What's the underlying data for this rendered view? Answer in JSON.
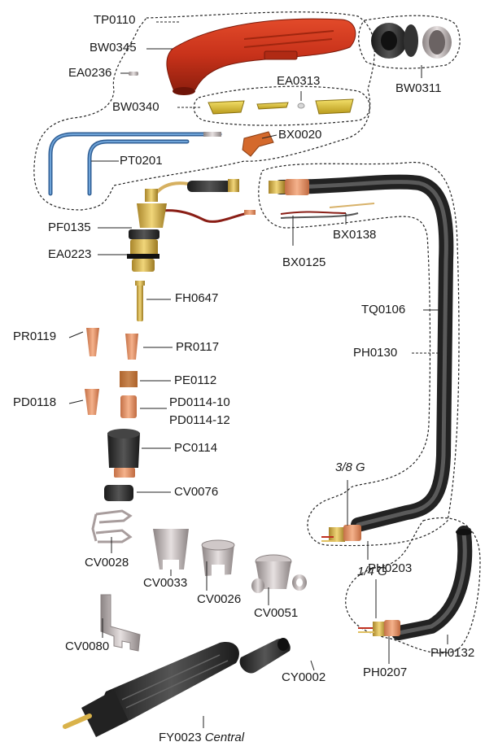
{
  "labels": {
    "tp0110": "TP0110",
    "bw0345": "BW0345",
    "ea0236": "EA0236",
    "ea0313": "EA0313",
    "bw0311": "BW0311",
    "bw0340": "BW0340",
    "bx0020": "BX0020",
    "pt0201": "PT0201",
    "pf0135": "PF0135",
    "ea0223": "EA0223",
    "bx0138": "BX0138",
    "bx0125": "BX0125",
    "fh0647": "FH0647",
    "pr0119": "PR0119",
    "pr0117": "PR0117",
    "pe0112": "PE0112",
    "pd0118": "PD0118",
    "pd0114_10": "PD0114-10",
    "pd0114_12": "PD0114-12",
    "tq0106": "TQ0106",
    "ph0130": "PH0130",
    "pc0114": "PC0114",
    "cv0076": "CV0076",
    "g38": "3/8 G",
    "ph0203": "PH0203",
    "cv0028": "CV0028",
    "cv0033": "CV0033",
    "g14": "1/4 G",
    "cv0026": "CV0026",
    "cv0051": "CV0051",
    "ph0132": "PH0132",
    "cv0080": "CV0080",
    "ph0207": "PH0207",
    "cy0002": "CY0002",
    "fy0023": "FY0023",
    "central": "Central"
  },
  "colors": {
    "handle_red": "#c8321a",
    "brass": "#d9b24a",
    "copper": "#e3956a",
    "hose_black": "#2a2a2a",
    "tube_blue": "#3f78b4",
    "silver": "#bfb8b8"
  }
}
